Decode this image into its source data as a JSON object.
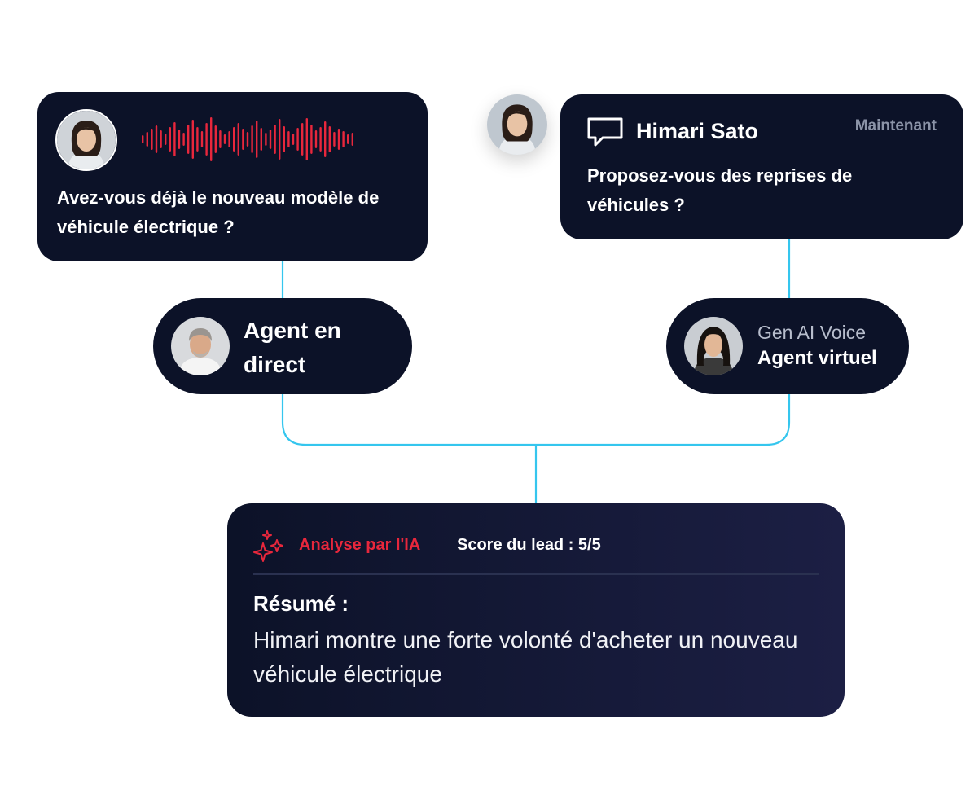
{
  "voice_card": {
    "question": "Avez-vous déjà le nouveau modèle de véhicule électrique ?",
    "waveform_color": "#e8273c"
  },
  "chat_card": {
    "icon": "chat-bubble-icon",
    "name": "Himari Sato",
    "time": "Maintenant",
    "question": "Proposez-vous des reprises de véhicules ?"
  },
  "live_agent": {
    "label_line1": "Agent en",
    "label_line2": "direct"
  },
  "virtual_agent": {
    "subtitle": "Gen AI Voice",
    "label": "Agent virtuel"
  },
  "analysis": {
    "icon": "sparkle-icon",
    "ai_label": "Analyse par l'IA",
    "score": "Score du lead : 5/5",
    "summary_title": "Résumé :",
    "summary_text": "Himari montre une forte volonté d'acheter un nouveau véhicule électrique"
  },
  "colors": {
    "card_bg": "#0c1228",
    "connector": "#35c6ee",
    "accent_red": "#e8273c"
  }
}
